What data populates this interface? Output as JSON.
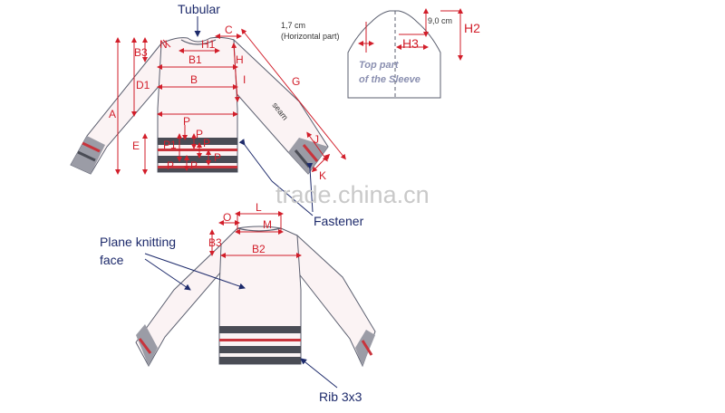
{
  "colors": {
    "dimension": "#d21e2a",
    "callout": "#1d2a6b",
    "garment_outline": "#5b5f6f",
    "garment_fill": "#fbf3f4",
    "stripe_dark": "#4a4c55",
    "stripe_red": "#c8343c"
  },
  "callouts": {
    "tubular": "Tubular",
    "fastener": "Fastener",
    "plane_knitting_face_1": "Plane knitting",
    "plane_knitting_face_2": "face",
    "rib": "Rib 3x3"
  },
  "sleeve_detail": {
    "width_value": "1,7 cm",
    "width_note": "(Horizontal part)",
    "height_value": "9,0 cm",
    "label_h2": "H2",
    "label_h3": "H3",
    "caption_1": "Top part",
    "caption_2": "of the Sleeve"
  },
  "front_labels": {
    "n": "N",
    "h1": "H1",
    "c": "C",
    "b3": "B3",
    "b1": "B1",
    "h": "H",
    "d1": "D1",
    "b": "B",
    "i": "I",
    "g": "G",
    "a": "A",
    "e": "E",
    "p1": "P",
    "p2": "P",
    "p3": "P",
    "p4": "P",
    "p5": "P",
    "p6": "P",
    "pp": "P1",
    "j": "J",
    "k": "K",
    "seam": "seam"
  },
  "back_labels": {
    "o": "O",
    "l": "L",
    "m": "M",
    "b3": "B3",
    "b2": "B2"
  },
  "watermark": "trade.china.cn"
}
